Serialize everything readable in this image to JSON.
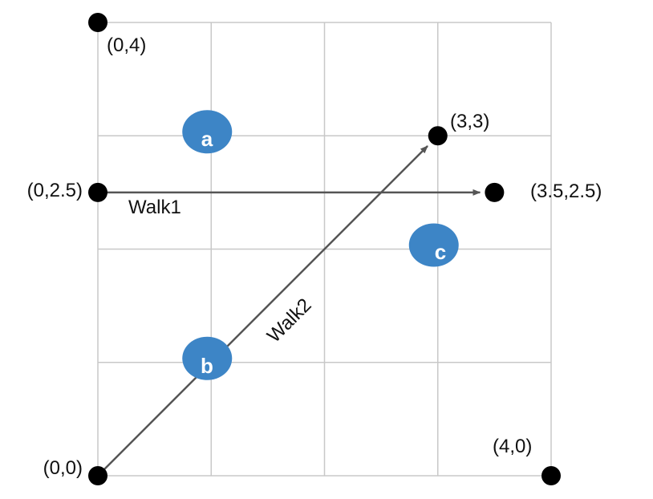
{
  "grid": {
    "cols": 4,
    "rows": 4,
    "line_color": "#c8c8c8"
  },
  "points": [
    {
      "label": "(0,4)",
      "x": 0,
      "y": 4
    },
    {
      "label": "(0,2.5)",
      "x": 0,
      "y": 2.5
    },
    {
      "label": "(0,0)",
      "x": 0,
      "y": 0
    },
    {
      "label": "(3,3)",
      "x": 3,
      "y": 3
    },
    {
      "label": "(3.5,2.5)",
      "x": 3.5,
      "y": 2.5
    },
    {
      "label": "(4,0)",
      "x": 4,
      "y": 0
    }
  ],
  "walks": [
    {
      "name": "Walk1",
      "from": [
        0,
        2.5
      ],
      "to": [
        3.5,
        2.5
      ]
    },
    {
      "name": "Walk2",
      "from": [
        0,
        0
      ],
      "to": [
        3,
        3
      ]
    }
  ],
  "cells": [
    {
      "label": "a",
      "x": 1,
      "y": 3
    },
    {
      "label": "b",
      "x": 1,
      "y": 1
    },
    {
      "label": "c",
      "x": 3,
      "y": 2
    }
  ],
  "colors": {
    "point": "#000000",
    "arrow": "#555555",
    "cell_marker": "#3d85c6"
  }
}
